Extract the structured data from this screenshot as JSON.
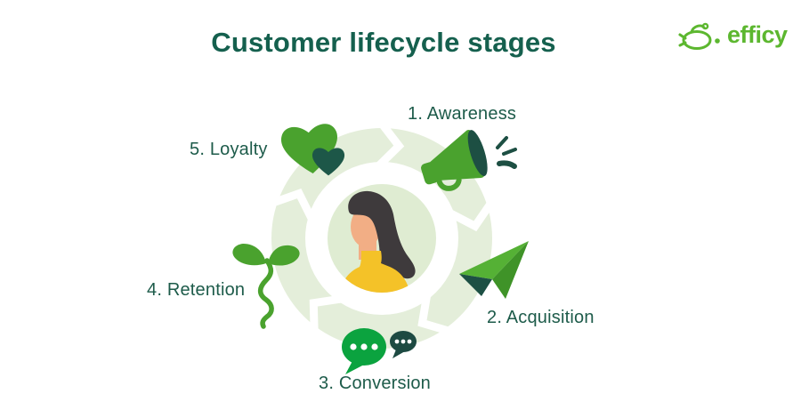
{
  "header": {
    "title": "Customer lifecycle stages"
  },
  "brand": {
    "name": "efficy",
    "icon": "efficy-submarine-icon",
    "color": "#5cb72f"
  },
  "stages": [
    {
      "label": "1. Awareness",
      "icon": "megaphone-icon",
      "position": "top"
    },
    {
      "label": "2. Acquisition",
      "icon": "paper-plane-icon",
      "position": "right"
    },
    {
      "label": "3. Conversion",
      "icon": "chat-bubbles-icon",
      "position": "bottom"
    },
    {
      "label": "4. Retention",
      "icon": "seedling-icon",
      "position": "left"
    },
    {
      "label": "5. Loyalty",
      "icon": "hearts-icon",
      "position": "top-left"
    }
  ],
  "center": {
    "figure": "customer-avatar-woman"
  },
  "colors": {
    "title_text": "#15604e",
    "label_text": "#1d5b4a",
    "brand_green": "#5cb72f",
    "icon_green": "#4aa22e",
    "icon_dark_teal": "#1d4f43",
    "bubble_green": "#0ba33f",
    "ring_light_green": "#e4eeda",
    "inner_circle_green": "#dfecd2",
    "avatar_skin": "#f2ae85",
    "avatar_hair": "#3e3a3c",
    "avatar_sweater": "#f4c228"
  }
}
